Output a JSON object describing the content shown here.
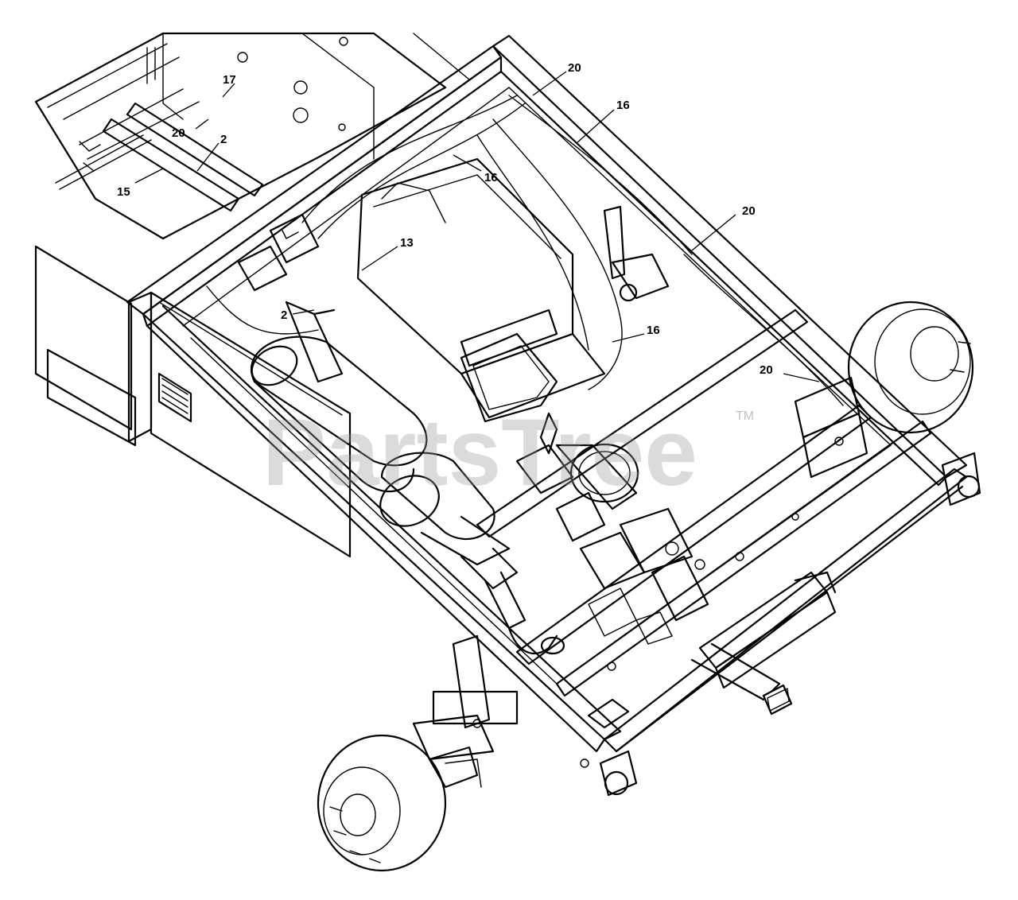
{
  "watermark": {
    "text": "PartsTree",
    "trademark": "TM"
  },
  "callouts": [
    {
      "id": "c17",
      "label": "17"
    },
    {
      "id": "c20a",
      "label": "20"
    },
    {
      "id": "c2a",
      "label": "2"
    },
    {
      "id": "c15",
      "label": "15"
    },
    {
      "id": "c20b",
      "label": "20"
    },
    {
      "id": "c16a",
      "label": "16"
    },
    {
      "id": "c16b",
      "label": "16"
    },
    {
      "id": "c20c",
      "label": "20"
    },
    {
      "id": "c13",
      "label": "13"
    },
    {
      "id": "c2b",
      "label": "2"
    },
    {
      "id": "c16c",
      "label": "16"
    },
    {
      "id": "c20d",
      "label": "20"
    }
  ]
}
